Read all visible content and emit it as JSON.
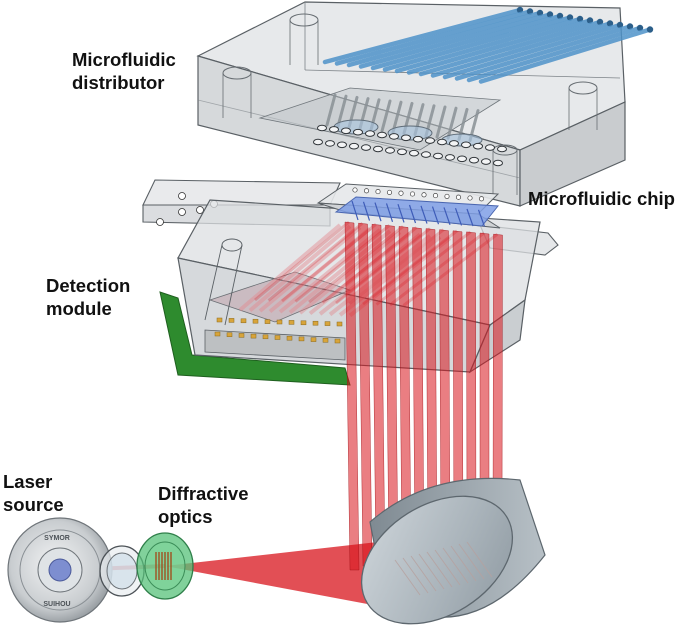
{
  "labels": {
    "distributor": {
      "line1": "Microfluidic",
      "line2": "distributor"
    },
    "chip": "Microfluidic chip",
    "detection": {
      "line1": "Detection",
      "line2": "module"
    },
    "laser": {
      "line1": "Laser",
      "line2": "source"
    },
    "optics": {
      "line1": "Diffractive",
      "line2": "optics"
    }
  },
  "laser_engraving": {
    "line1": "SYMOR",
    "line2": "SUIHOU"
  },
  "beam_count": 12,
  "colors": {
    "housing_fill": "#d7d9dc",
    "housing_stroke": "#555b60",
    "beam": "#d8141c",
    "chip": "#7f9fe6",
    "tubing": "#4f93c9",
    "pcb": "#2e8b2e",
    "optics_green": "#57c27a",
    "mirror": "#9aa3aa"
  }
}
